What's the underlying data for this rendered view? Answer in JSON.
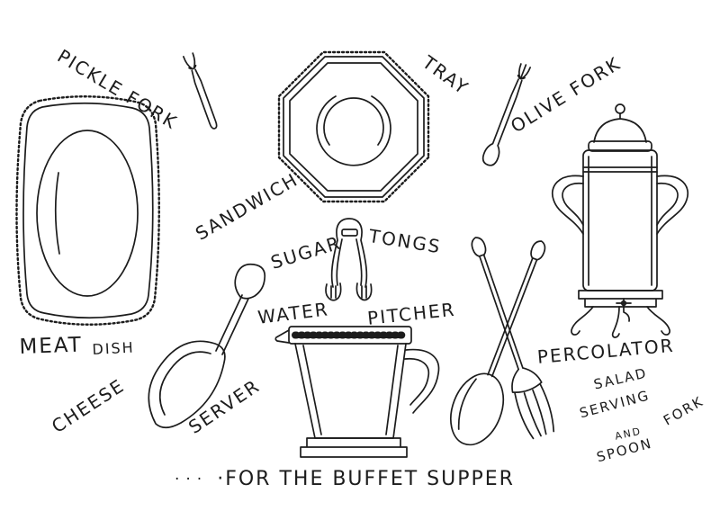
{
  "items": {
    "pickle_fork": {
      "label": "PICKLE FORK"
    },
    "tray": {
      "label": "TRAY"
    },
    "olive_fork": {
      "label": "OLIVE FORK"
    },
    "sandwich": {
      "label": "SANDWICH"
    },
    "sugar_tongs": {
      "word1": "SUGAR",
      "word2": "TONGS"
    },
    "meat_dish": {
      "word1": "MEAT",
      "word2": "DISH"
    },
    "water_pitcher": {
      "word1": "WATER",
      "word2": "PITCHER"
    },
    "percolator": {
      "label": "PERCOLATOR"
    },
    "cheese_server": {
      "word1": "CHEESE",
      "word2": "SERVER"
    },
    "salad_set": {
      "word1": "SALAD",
      "word2": "SERVING",
      "word3": "FORK",
      "word4": "AND",
      "word5": "SPOON"
    }
  },
  "caption": {
    "dots": "···",
    "text": "·FOR THE BUFFET SUPPER"
  },
  "colors": {
    "ink": "#1c1c1c",
    "paper": "#ffffff"
  }
}
